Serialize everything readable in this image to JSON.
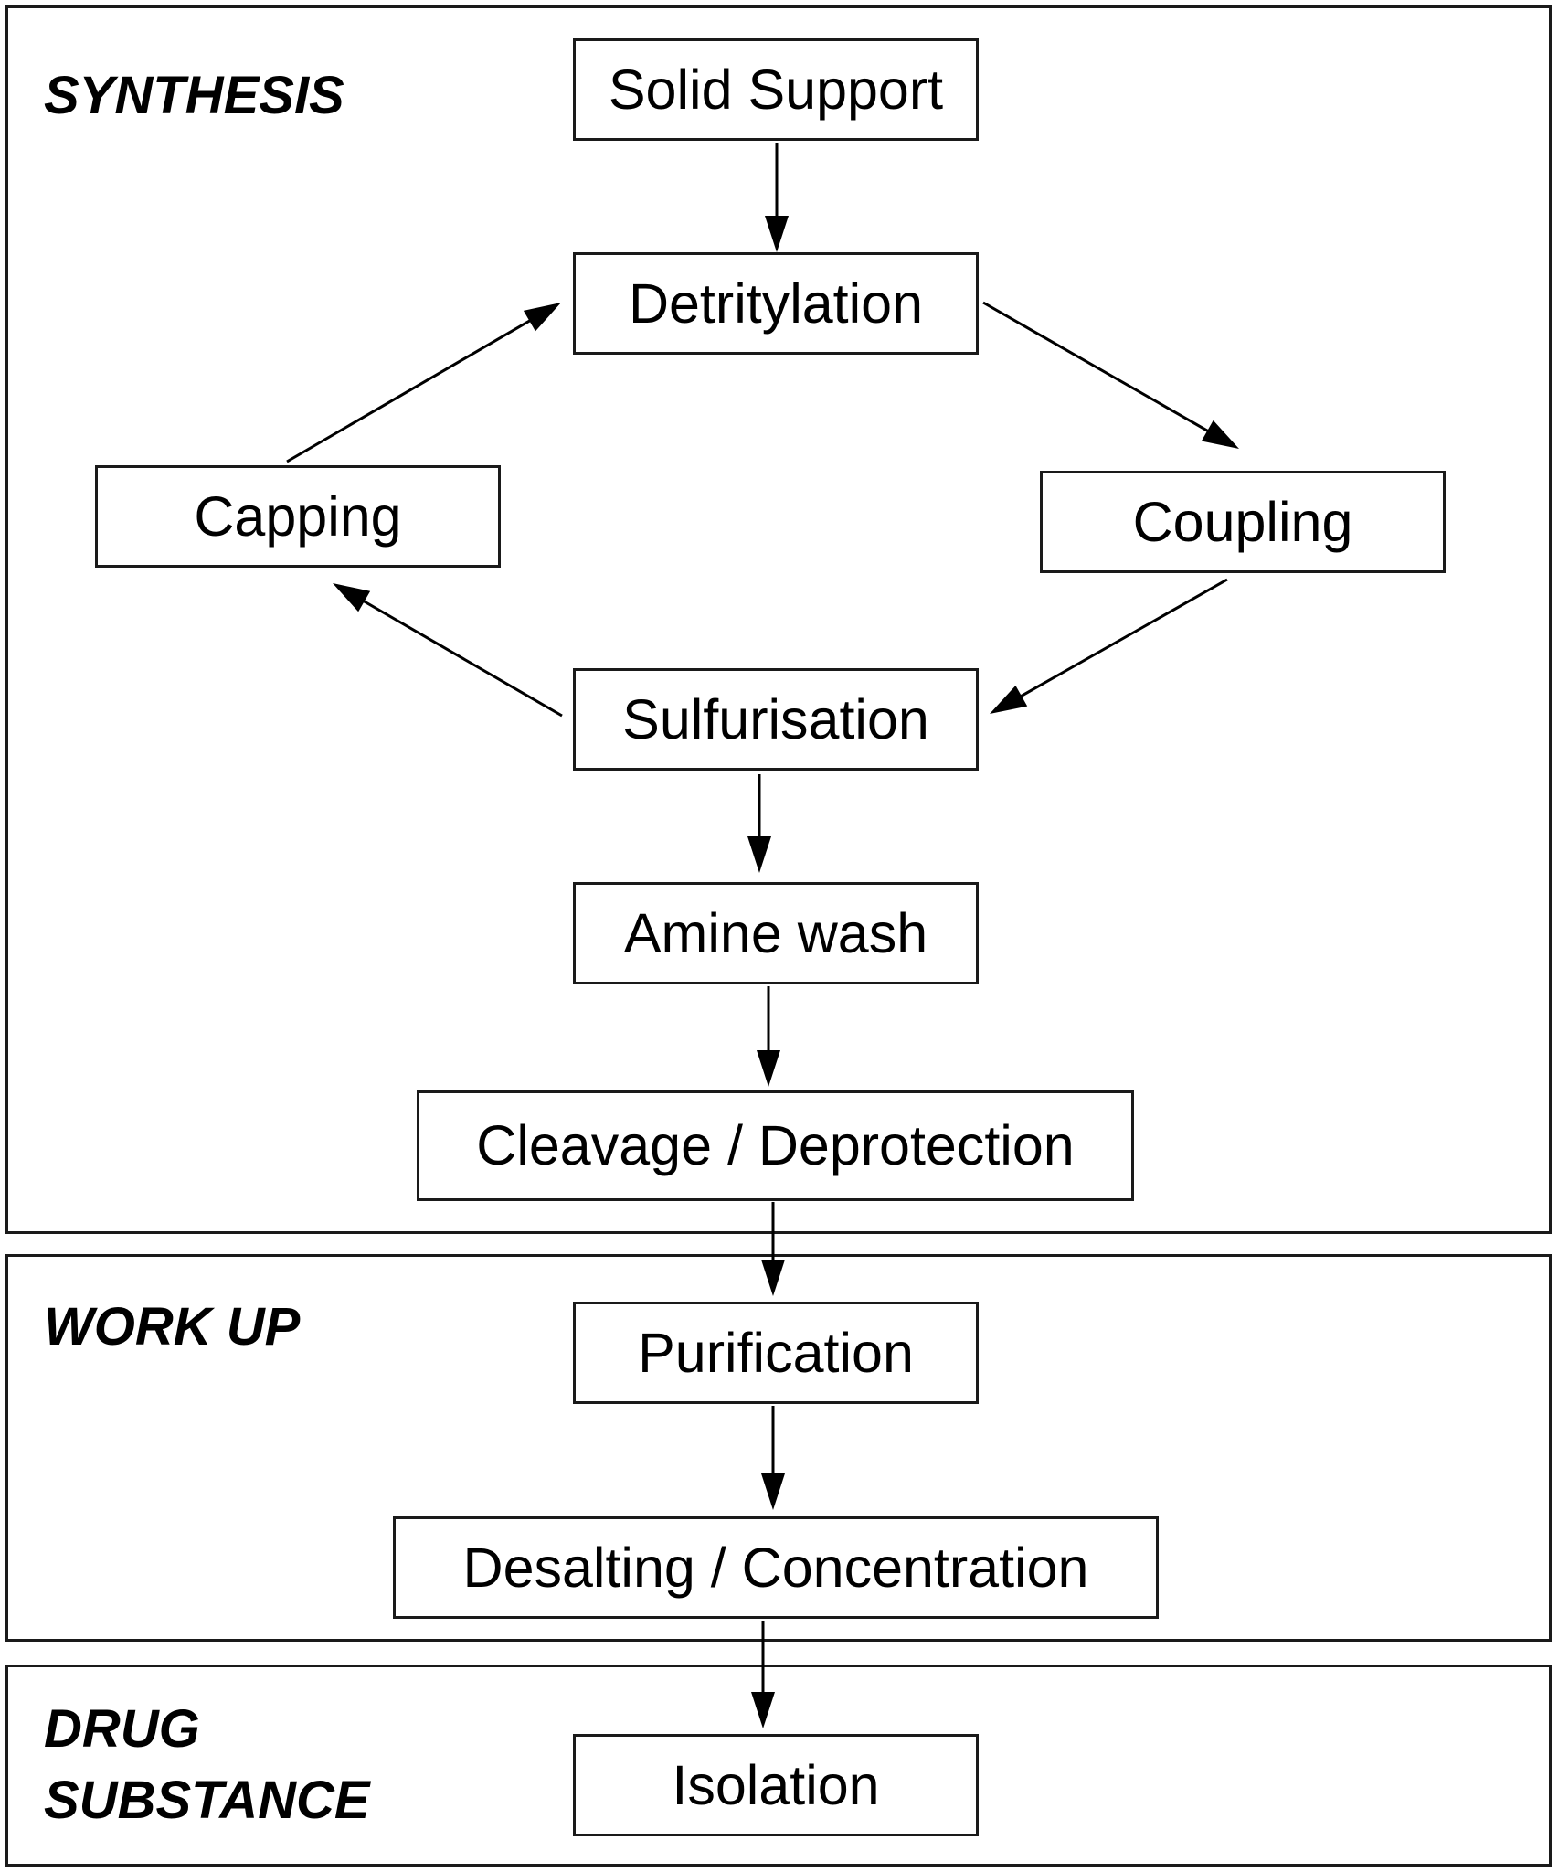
{
  "sections": {
    "synthesis": {
      "title": "SYNTHESIS"
    },
    "work_up": {
      "title": "WORK UP"
    },
    "drug_substance": {
      "title_line1": "DRUG",
      "title_line2": "SUBSTANCE"
    }
  },
  "nodes": {
    "solid_support": "Solid Support",
    "detritylation": "Detritylation",
    "coupling": "Coupling",
    "sulfurisation": "Sulfurisation",
    "capping": "Capping",
    "amine_wash": "Amine wash",
    "cleavage_deprotection": "Cleavage / Deprotection",
    "purification": "Purification",
    "desalting_concentration": "Desalting / Concentration",
    "isolation": "Isolation"
  },
  "edges": [
    {
      "from": "solid_support",
      "to": "detritylation"
    },
    {
      "from": "detritylation",
      "to": "coupling"
    },
    {
      "from": "coupling",
      "to": "sulfurisation"
    },
    {
      "from": "sulfurisation",
      "to": "capping"
    },
    {
      "from": "capping",
      "to": "detritylation"
    },
    {
      "from": "sulfurisation",
      "to": "amine_wash"
    },
    {
      "from": "amine_wash",
      "to": "cleavage_deprotection"
    },
    {
      "from": "cleavage_deprotection",
      "to": "purification"
    },
    {
      "from": "purification",
      "to": "desalting_concentration"
    },
    {
      "from": "desalting_concentration",
      "to": "isolation"
    }
  ]
}
